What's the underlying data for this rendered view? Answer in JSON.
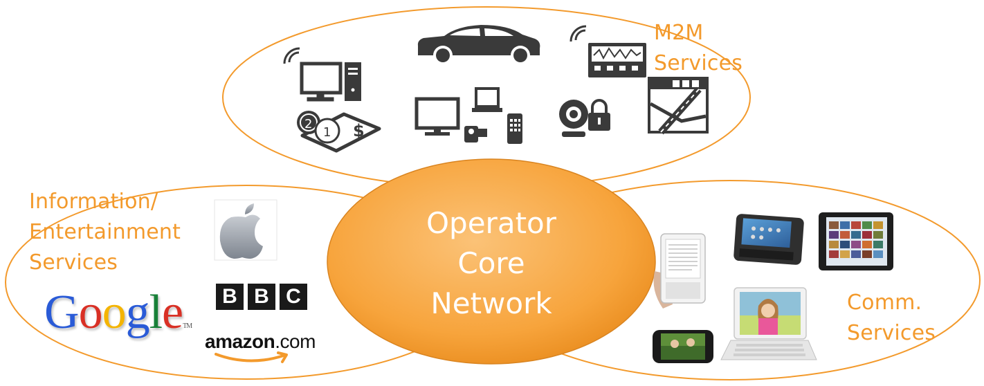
{
  "labels": {
    "m2m": [
      "M2M",
      "Services"
    ],
    "info": [
      "Information/",
      "Entertainment",
      "Services"
    ],
    "comm": [
      "Comm.",
      "Services"
    ]
  },
  "core": [
    "Operator",
    "Core",
    "Network"
  ],
  "logos": {
    "bbc": [
      "B",
      "B",
      "C"
    ],
    "google": {
      "letters": [
        "G",
        "o",
        "o",
        "g",
        "l",
        "e"
      ],
      "colors": [
        "#2A5BD7",
        "#D93025",
        "#F4B400",
        "#2A5BD7",
        "#188038",
        "#D93025"
      ],
      "tm": "TM"
    },
    "amazon": {
      "name": "amazon",
      "suffix": ".com"
    }
  },
  "colors": {
    "accent": "#F39A2C",
    "core_fill": "#F7A43C",
    "icon": "#3a3a3a"
  },
  "icons": [
    "wireless-desktop-icon",
    "car-icon",
    "wireless-monitor-icon",
    "payment-icon",
    "devices-icon",
    "camera-icon",
    "lock-icon",
    "map-window-icon",
    "apple-logo",
    "ereader-icon",
    "phone-icon",
    "tablet-icon",
    "smartphone-icon",
    "netbook-icon"
  ]
}
